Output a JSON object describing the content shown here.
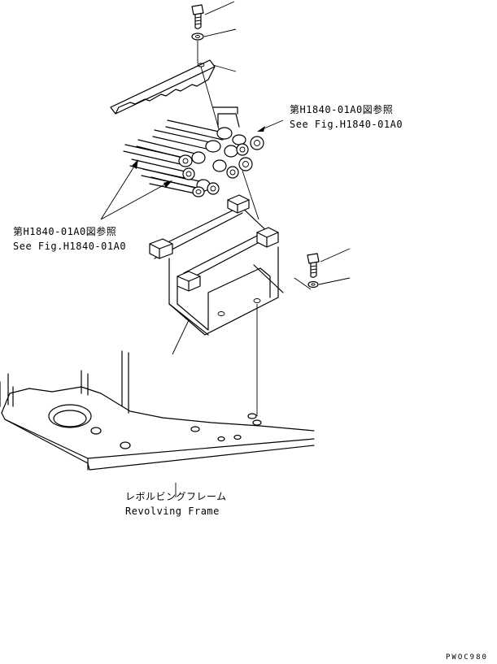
{
  "callouts": {
    "upper_ref_jp": "第H1840-01A0図参照",
    "upper_ref_en": "See Fig.H1840-01A0",
    "left_ref_jp": "第H1840-01A0図参照",
    "left_ref_en": "See Fig.H1840-01A0"
  },
  "frame_label": {
    "jp": "レボルビングフレーム",
    "en": "Revolving Frame"
  },
  "drawing_code": "PWOC980"
}
